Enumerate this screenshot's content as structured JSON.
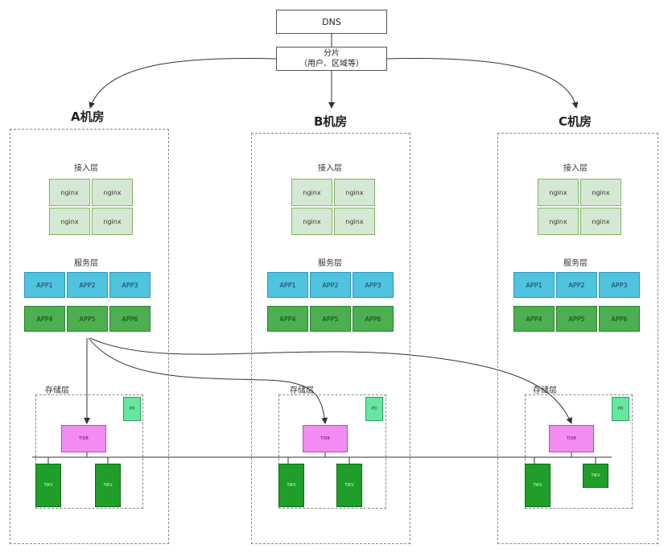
{
  "dns": {
    "label": "DNS"
  },
  "shard": {
    "line1": "分片",
    "line2": "（用户、区域等）"
  },
  "rooms": [
    {
      "title": "A机房"
    },
    {
      "title": "B机房"
    },
    {
      "title": "C机房"
    }
  ],
  "layers": {
    "access": "接入层",
    "service": "服务层",
    "storage": "存储层"
  },
  "nginx_label": "nginx",
  "apps_row1": [
    "APP1",
    "APP2",
    "APP3"
  ],
  "apps_row2": [
    "APP4",
    "APP5",
    "APP6"
  ],
  "pd_label": "PD",
  "tidb_label": "TiDB",
  "tikv_label": "TiKV",
  "colors": {
    "nginx": "#d5e8d4",
    "app_blue": "#4fc3e0",
    "app_green": "#4caf50",
    "pd": "#66e6a0",
    "tidb": "#f28cf2",
    "tikv": "#1f9e2a"
  }
}
